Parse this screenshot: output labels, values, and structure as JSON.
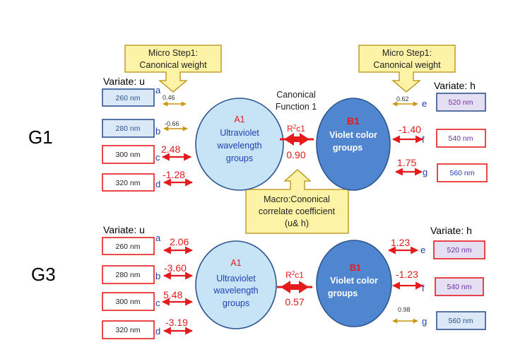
{
  "colors": {
    "red": "#e41a1c",
    "gold": "#c9960c",
    "blue_text": "#1f3fb0",
    "purple_text": "#7030a0",
    "light_circle": "#c6e4f6",
    "dark_circle": "#4f86cf",
    "callout_fill": "#fdf3a6",
    "callout_border": "#b98d0e",
    "box_fill_light": "#dae8f7",
    "box_fill_purple": "#e4dff3",
    "box_border_blue": "#2e5590",
    "box_border_red": "#e41a1c"
  },
  "callouts": {
    "micro_left": {
      "line1": "Micro Step1:",
      "line2": "Canonical weight"
    },
    "micro_right": {
      "line1": "Micro Step1:",
      "line2": "Canonical weight"
    },
    "macro": {
      "line1": "Macro:Cononical",
      "line2": "correlate coefficient",
      "line3": "(u& h)"
    }
  },
  "canonical_function": {
    "line1": "Canonical",
    "line2": "Function 1"
  },
  "groups": [
    {
      "label": "G1",
      "variate_u": "Variate: u",
      "variate_h": "Variate: h",
      "left_circle": {
        "line1": "A1",
        "line2": "Ultraviolet",
        "line3": "wavelength",
        "line4": "groups"
      },
      "right_circle": {
        "line1": "B1",
        "line2": "Violet  color",
        "line3": "groups"
      },
      "r2_label": "R²c1",
      "r2_value": "0.90",
      "u_vars": [
        {
          "nm": "260 nm",
          "letter": "a",
          "weight": "0.46"
        },
        {
          "nm": "280 nm",
          "letter": "b",
          "weight": "-0.66"
        },
        {
          "nm": "300 nm",
          "letter": "c",
          "weight": "2.48"
        },
        {
          "nm": "320 nm",
          "letter": "d",
          "weight": "-1.28"
        }
      ],
      "h_vars": [
        {
          "nm": "520 nm",
          "letter": "e",
          "weight": "0.62"
        },
        {
          "nm": "540 nm",
          "letter": "f",
          "weight": "-1.40"
        },
        {
          "nm": "560 nm",
          "letter": "g",
          "weight": "1.75"
        }
      ]
    },
    {
      "label": "G3",
      "variate_u": "Variate: u",
      "variate_h": "Variate: h",
      "left_circle": {
        "line1": "A1",
        "line2": "Ultraviolet",
        "line3": "wavelength",
        "line4": "groups"
      },
      "right_circle": {
        "line1": "B1",
        "line2": "Violet  color",
        "line3": "groups"
      },
      "r2_label": "R²c1",
      "r2_value": "0.57",
      "u_vars": [
        {
          "nm": "260 nm",
          "letter": "a",
          "weight": "2.06"
        },
        {
          "nm": "280 nm",
          "letter": "b",
          "weight": "-3.60"
        },
        {
          "nm": "300 nm",
          "letter": "c",
          "weight": "5.48"
        },
        {
          "nm": "320 nm",
          "letter": "d",
          "weight": "-3.19"
        }
      ],
      "h_vars": [
        {
          "nm": "520 nm",
          "letter": "e",
          "weight": "1.23"
        },
        {
          "nm": "540 nm",
          "letter": "f",
          "weight": "-1.23"
        },
        {
          "nm": "560 nm",
          "letter": "g",
          "weight": "0.98"
        }
      ]
    }
  ]
}
